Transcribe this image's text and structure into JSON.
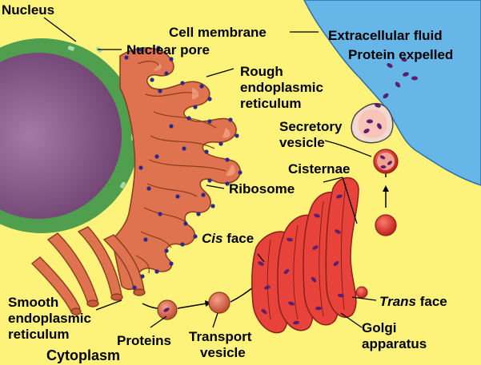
{
  "labels": {
    "nucleus": "Nucleus",
    "nuclear_pore": "Nuclear pore",
    "cell_membrane": "Cell membrane",
    "extracellular_fluid": "Extracellular fluid",
    "protein_expelled": "Protein expelled",
    "rough_er_line1": "Rough",
    "rough_er_line2": "endoplasmic",
    "rough_er_line3": "reticulum",
    "secretory_vesicle_line1": "Secretory",
    "secretory_vesicle_line2": "vesicle",
    "cisternae": "Cisternae",
    "ribosome": "Ribosome",
    "cis_word": "Cis",
    "cis_rest": " face",
    "smooth_er_line1": "Smooth",
    "smooth_er_line2": "endoplasmic",
    "smooth_er_line3": "reticulum",
    "trans_word": "Trans",
    "trans_rest": " face",
    "proteins": "Proteins",
    "transport_vesicle_line1": "Transport",
    "transport_vesicle_line2": "vesicle",
    "golgi_line1": "Golgi",
    "golgi_line2": "apparatus",
    "cytoplasm": "Cytoplasm"
  },
  "colors": {
    "cytoplasm": "#fdf27a",
    "extracellular_fluid": "#66b6e8",
    "nucleus": "#8f5f8f",
    "nuclear_envelope": "#4f9f4f",
    "er": "#e0734f",
    "golgi": "#e8433a",
    "ribosome": "#2a2a8c"
  }
}
